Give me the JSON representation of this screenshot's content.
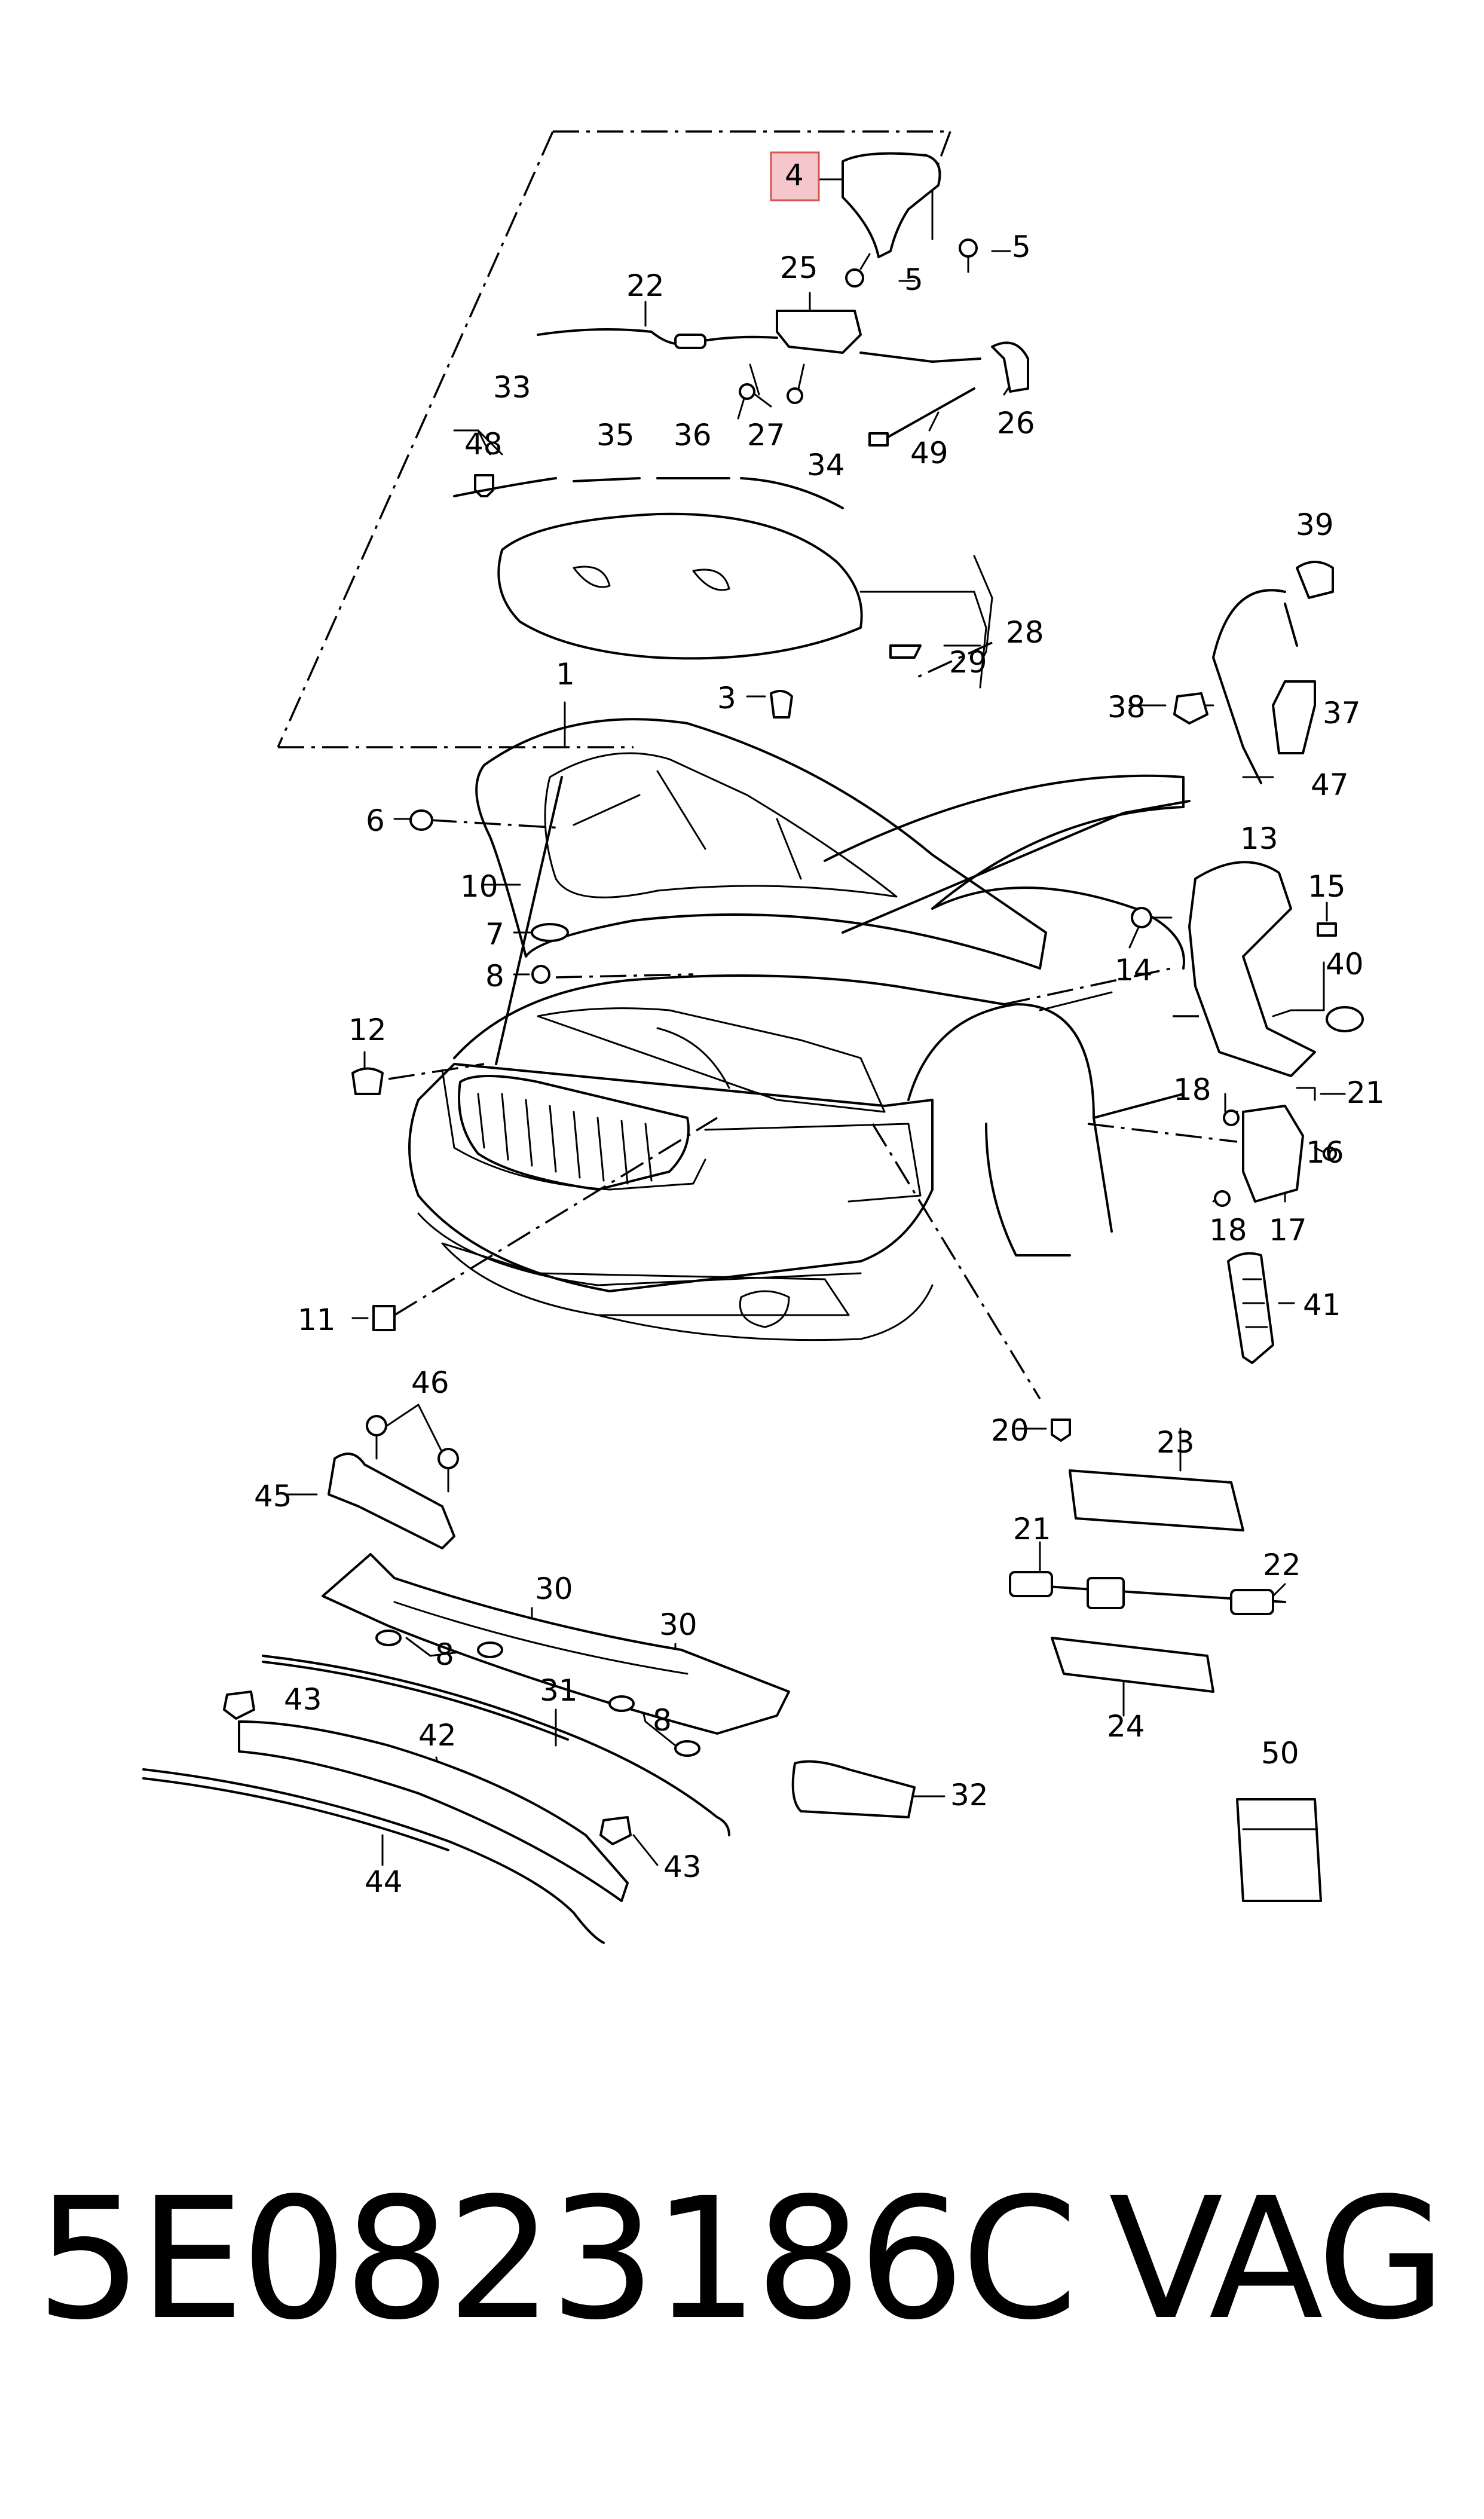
{
  "diagram": {
    "highlight_color": "#f5c6cb",
    "highlight_border": "#d9534f",
    "callouts": [
      {
        "id": "c4",
        "text": "4",
        "highlighted": true
      },
      {
        "id": "c5a",
        "text": "5"
      },
      {
        "id": "c5b",
        "text": "5"
      },
      {
        "id": "c22a",
        "text": "22"
      },
      {
        "id": "c25",
        "text": "25"
      },
      {
        "id": "c33",
        "text": "33"
      },
      {
        "id": "c48",
        "text": "48"
      },
      {
        "id": "c35",
        "text": "35"
      },
      {
        "id": "c36",
        "text": "36"
      },
      {
        "id": "c34",
        "text": "34"
      },
      {
        "id": "c27",
        "text": "27"
      },
      {
        "id": "c26",
        "text": "26"
      },
      {
        "id": "c49",
        "text": "49"
      },
      {
        "id": "c28",
        "text": "28"
      },
      {
        "id": "c29",
        "text": "29"
      },
      {
        "id": "c39",
        "text": "39"
      },
      {
        "id": "c38",
        "text": "38"
      },
      {
        "id": "c37",
        "text": "37"
      },
      {
        "id": "c47",
        "text": "47"
      },
      {
        "id": "c1",
        "text": "1"
      },
      {
        "id": "c3",
        "text": "3"
      },
      {
        "id": "c6",
        "text": "6"
      },
      {
        "id": "c10",
        "text": "10"
      },
      {
        "id": "c7",
        "text": "7"
      },
      {
        "id": "c8a",
        "text": "8"
      },
      {
        "id": "c12",
        "text": "12"
      },
      {
        "id": "c13",
        "text": "13"
      },
      {
        "id": "c15",
        "text": "15"
      },
      {
        "id": "c14",
        "text": "14"
      },
      {
        "id": "c40",
        "text": "40"
      },
      {
        "id": "c18a",
        "text": "18"
      },
      {
        "id": "c21a",
        "text": "21"
      },
      {
        "id": "c16",
        "text": "16"
      },
      {
        "id": "c18b",
        "text": "18"
      },
      {
        "id": "c17",
        "text": "17"
      },
      {
        "id": "c41",
        "text": "41"
      },
      {
        "id": "c11",
        "text": "11"
      },
      {
        "id": "c46",
        "text": "46"
      },
      {
        "id": "c20",
        "text": "20"
      },
      {
        "id": "c23",
        "text": "23"
      },
      {
        "id": "c45",
        "text": "45"
      },
      {
        "id": "c21b",
        "text": "21"
      },
      {
        "id": "c22b",
        "text": "22"
      },
      {
        "id": "c30a",
        "text": "30"
      },
      {
        "id": "c30b",
        "text": "30"
      },
      {
        "id": "c8b",
        "text": "8"
      },
      {
        "id": "c31",
        "text": "31"
      },
      {
        "id": "c8c",
        "text": "8"
      },
      {
        "id": "c24",
        "text": "24"
      },
      {
        "id": "c43a",
        "text": "43"
      },
      {
        "id": "c42",
        "text": "42"
      },
      {
        "id": "c32",
        "text": "32"
      },
      {
        "id": "c50",
        "text": "50"
      },
      {
        "id": "c43b",
        "text": "43"
      },
      {
        "id": "c44",
        "text": "44"
      }
    ]
  },
  "footer": {
    "part_number": "5E0823186C",
    "brand": "VAG"
  }
}
